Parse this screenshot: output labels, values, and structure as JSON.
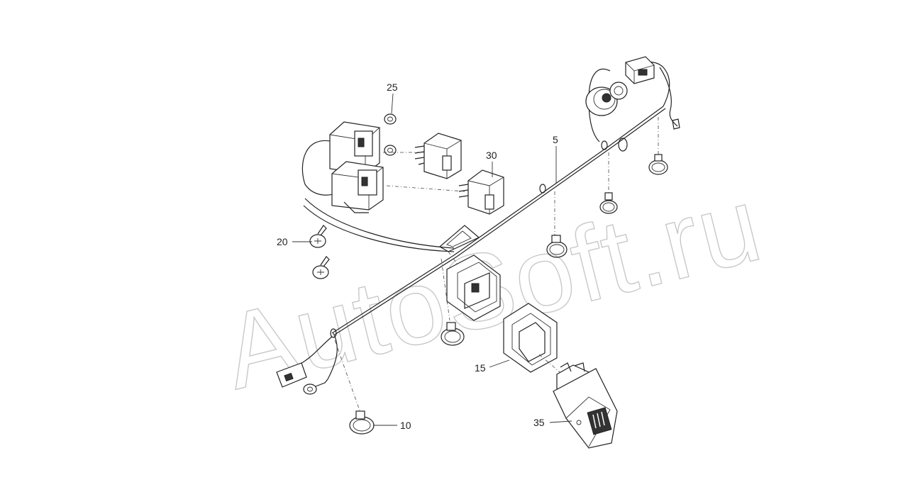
{
  "watermark": "AutoSoft.ru",
  "callouts": [
    {
      "id": "25",
      "label": "25"
    },
    {
      "id": "30",
      "label": "30"
    },
    {
      "id": "5",
      "label": "5"
    },
    {
      "id": "20",
      "label": "20"
    },
    {
      "id": "15",
      "label": "15"
    },
    {
      "id": "10",
      "label": "10"
    },
    {
      "id": "35",
      "label": "35"
    }
  ]
}
